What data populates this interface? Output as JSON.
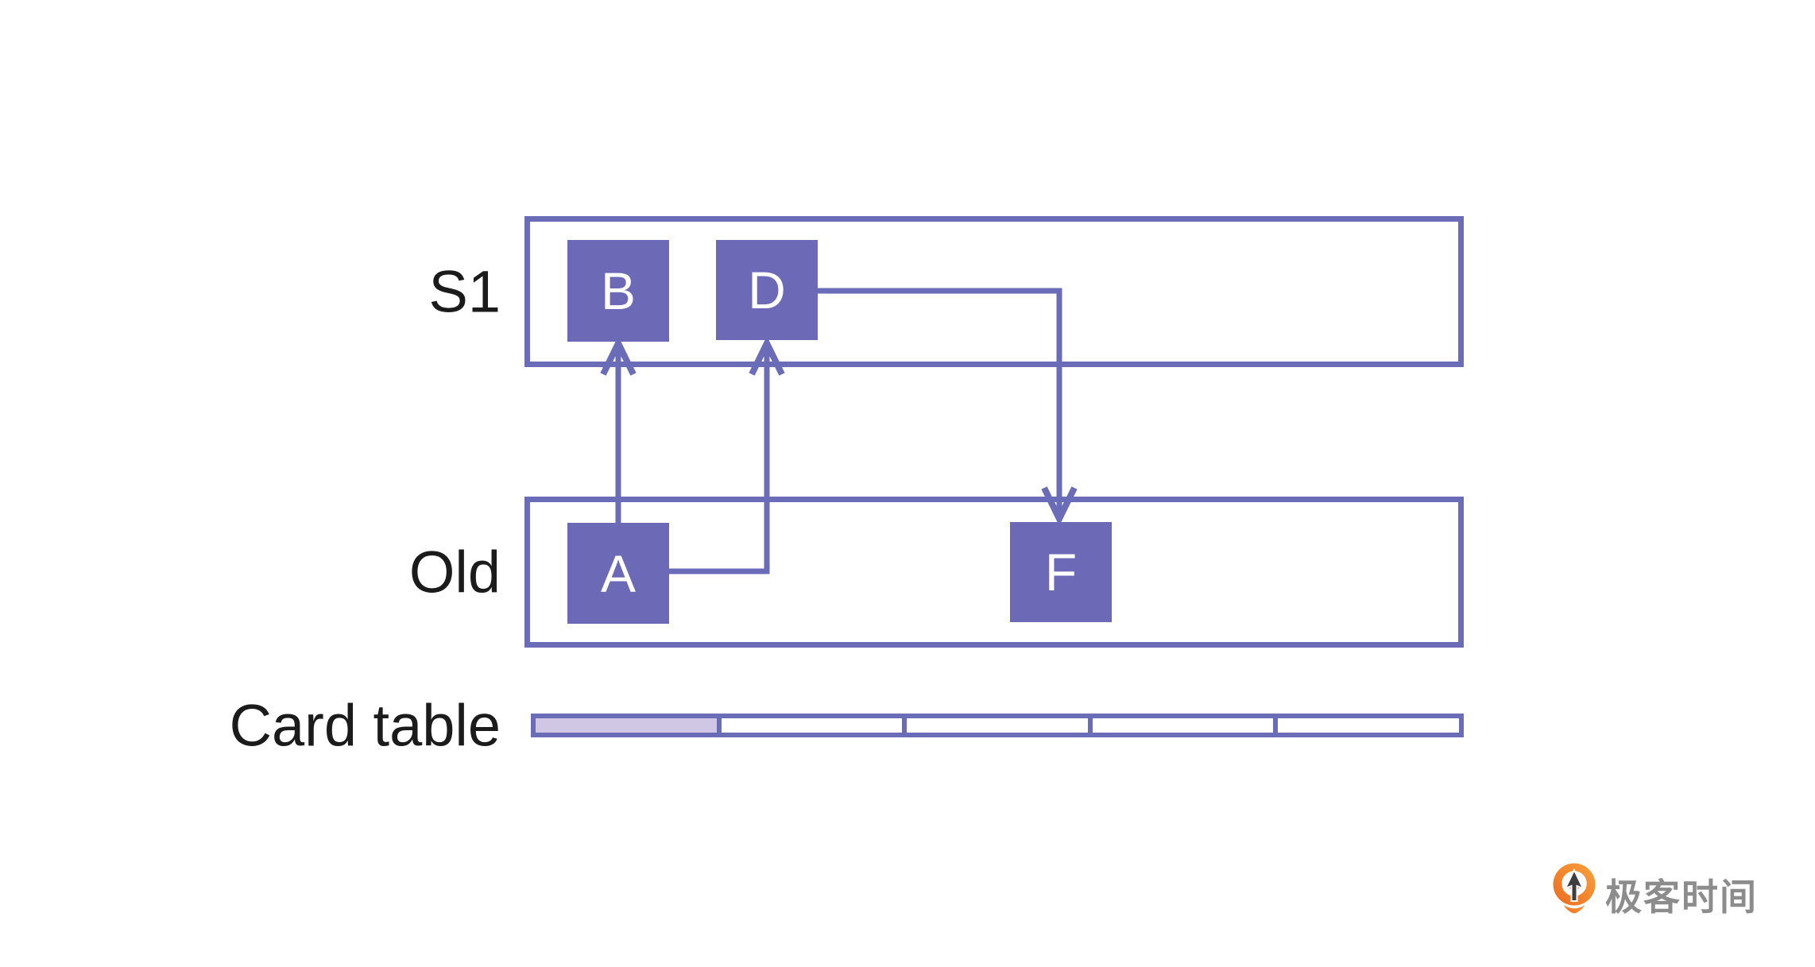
{
  "diagram": {
    "regions": [
      {
        "id": "s1",
        "label": "S1"
      },
      {
        "id": "old",
        "label": "Old"
      }
    ],
    "objects": [
      {
        "id": "B",
        "label": "B",
        "region": "s1"
      },
      {
        "id": "D",
        "label": "D",
        "region": "s1"
      },
      {
        "id": "A",
        "label": "A",
        "region": "old"
      },
      {
        "id": "F",
        "label": "F",
        "region": "old"
      }
    ],
    "references": [
      {
        "from": "A",
        "to": "B",
        "direction": "old-to-s1"
      },
      {
        "from": "A",
        "to": "D",
        "direction": "old-to-s1"
      },
      {
        "from": "D",
        "to": "F",
        "direction": "s1-to-old"
      }
    ],
    "card_table": {
      "label": "Card table",
      "cells": 5,
      "marked_cells": [
        0
      ]
    },
    "colors": {
      "line": "#6A6CB8",
      "node_fill": "#6C69B6",
      "card_marked_fill": "#CFC7E4",
      "label_text": "#1b1b1b"
    }
  },
  "branding": {
    "logo_text": "极客时间",
    "logo_text_color": "#8C8C8C",
    "icon": "geektime-pin-icon",
    "icon_color_dark": "#EC6B20",
    "icon_color_light": "#F9A23C"
  }
}
